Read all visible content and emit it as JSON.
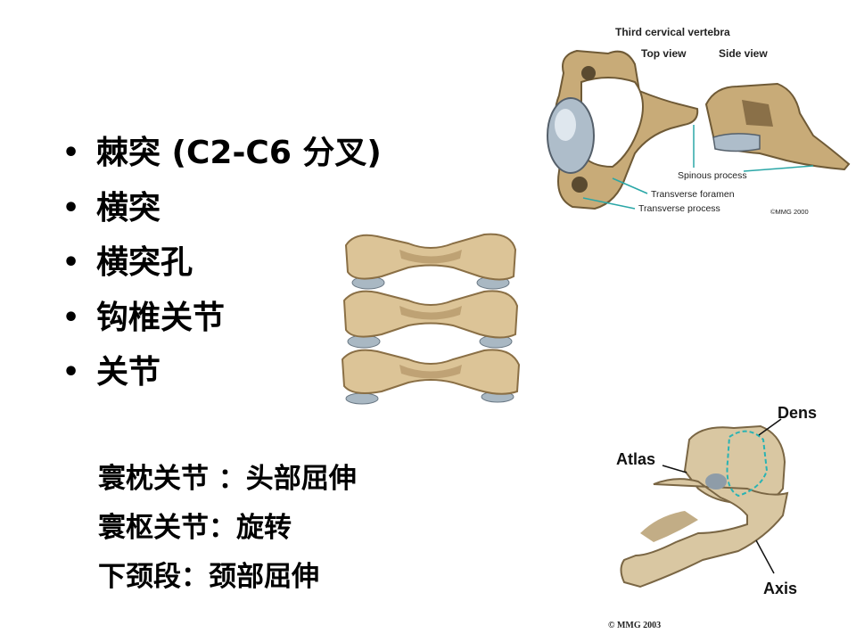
{
  "bullets": [
    {
      "text": "棘突 (C2-C6 分叉)"
    },
    {
      "text": "横突"
    },
    {
      "text": "横突孔"
    },
    {
      "text": "钩椎关节"
    },
    {
      "text": "关节"
    }
  ],
  "bullet_symbol": "•",
  "notes": [
    "寰枕关节 ：头部屈伸",
    "寰枢关节：旋转",
    "下颈段：颈部屈伸"
  ],
  "figure_c3": {
    "title": "Third cervical vertebra",
    "top_view": "Top view",
    "side_view": "Side view",
    "spinous_process": "Spinous process",
    "transverse_foramen": "Transverse foramen",
    "transverse_process": "Transverse process",
    "copyright": "©MMG 2000"
  },
  "figure_c1c2": {
    "dens": "Dens",
    "atlas": "Atlas",
    "axis": "Axis",
    "copyright": "© MMG 2003"
  },
  "colors": {
    "bone": "#d9c08f",
    "bone_shade": "#a88a55",
    "bone_dark": "#6f5a36",
    "cartilage": "#9fb0bf",
    "leader_line": "#2aa7a7"
  }
}
